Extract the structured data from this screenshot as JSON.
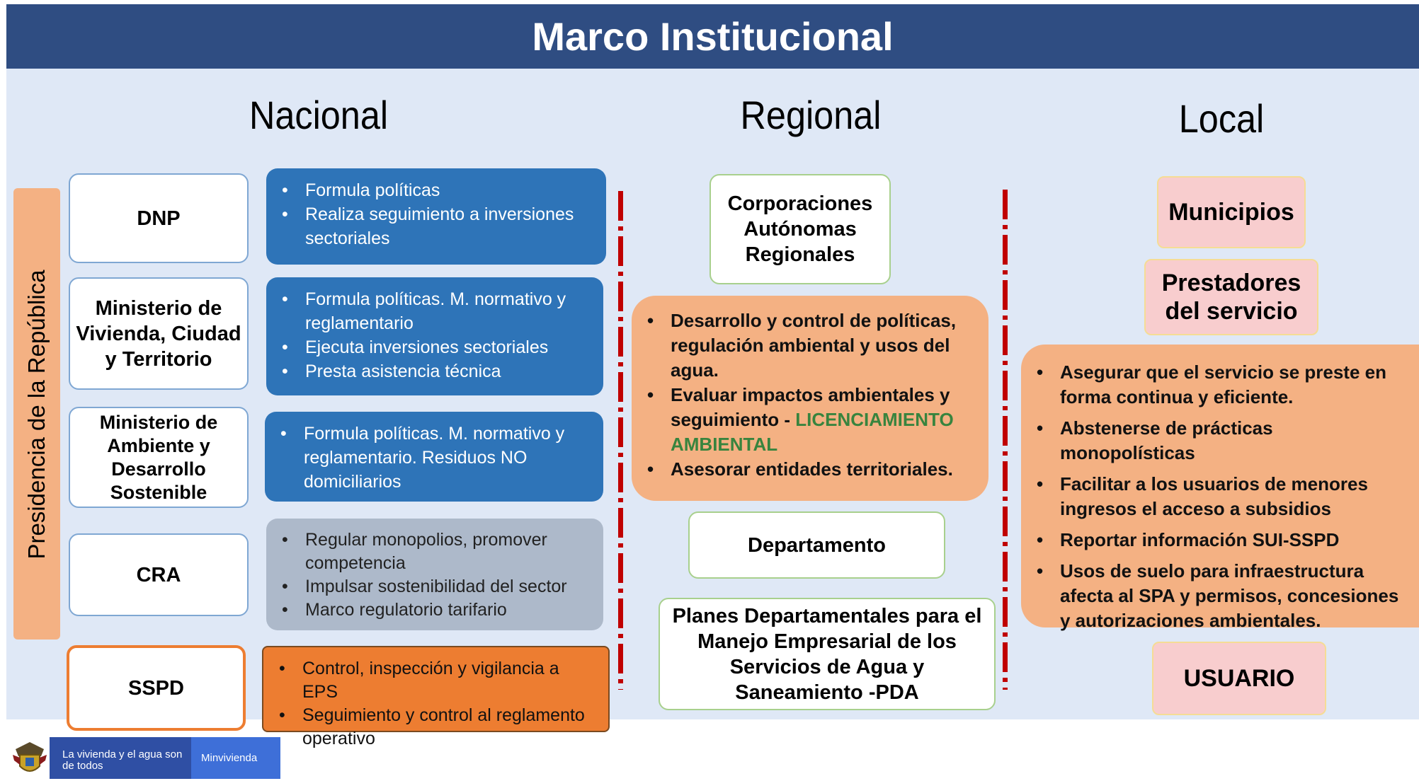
{
  "title": "Marco Institucional",
  "columns": {
    "nacional": "Nacional",
    "regional": "Regional",
    "local": "Local"
  },
  "side_label": "Presidencia de la República",
  "nacional": {
    "entities": [
      {
        "name": "DNP",
        "duties": [
          "Formula políticas",
          "Realiza seguimiento a inversiones sectoriales"
        ]
      },
      {
        "name": "Ministerio de Vivienda, Ciudad y Territorio",
        "duties": [
          "Formula políticas. M. normativo y reglamentario",
          "Ejecuta inversiones sectoriales",
          "Presta asistencia técnica"
        ]
      },
      {
        "name": "Ministerio de Ambiente  y Desarrollo Sostenible",
        "duties": [
          "Formula políticas. M. normativo y reglamentario. Residuos NO domiciliarios"
        ]
      },
      {
        "name": "CRA",
        "duties": [
          "Regular monopolios, promover competencia",
          "Impulsar sostenibilidad del sector",
          "Marco regulatorio tarifario"
        ]
      },
      {
        "name": "SSPD",
        "duties": [
          "Control, inspección y vigilancia a EPS",
          "Seguimiento y control al reglamento operativo"
        ]
      }
    ]
  },
  "regional": {
    "car": "Corporaciones Autónomas Regionales",
    "car_duties": {
      "item1": "Desarrollo y control de políticas, regulación ambiental y usos del agua.",
      "item2_prefix": "Evaluar impactos ambientales y seguimiento - ",
      "item2_highlight": "LICENCIAMIENTO AMBIENTAL",
      "item3": "Asesorar entidades territoriales."
    },
    "departamento": "Departamento",
    "pda": "Planes Departamentales para el Manejo Empresarial de los Servicios de Agua y Saneamiento -PDA"
  },
  "local": {
    "municipios": "Municipios",
    "prestadores": "Prestadores del servicio",
    "duties": [
      "Asegurar que el servicio se preste en forma continua y eficiente.",
      "Abstenerse de prácticas monopolísticas",
      "Facilitar a los usuarios de menores ingresos el acceso a subsidios",
      "Reportar  información SUI-SSPD",
      "Usos de suelo para infraestructura afecta al SPA y permisos, concesiones y autorizaciones ambientales."
    ],
    "usuario": "USUARIO"
  },
  "footer": {
    "slogan": "La vivienda y el agua son de todos",
    "ministry": "Minvivienda"
  },
  "colors": {
    "header": "#2f4d82",
    "background": "#dfe8f6",
    "blue_box": "#2e74b8",
    "gray_box": "#adb9ca",
    "orange_box": "#ed7d31",
    "peach_box": "#f4b183",
    "pink_box": "#f8cdce",
    "divider": "#c00000",
    "highlight": "#38843e"
  }
}
